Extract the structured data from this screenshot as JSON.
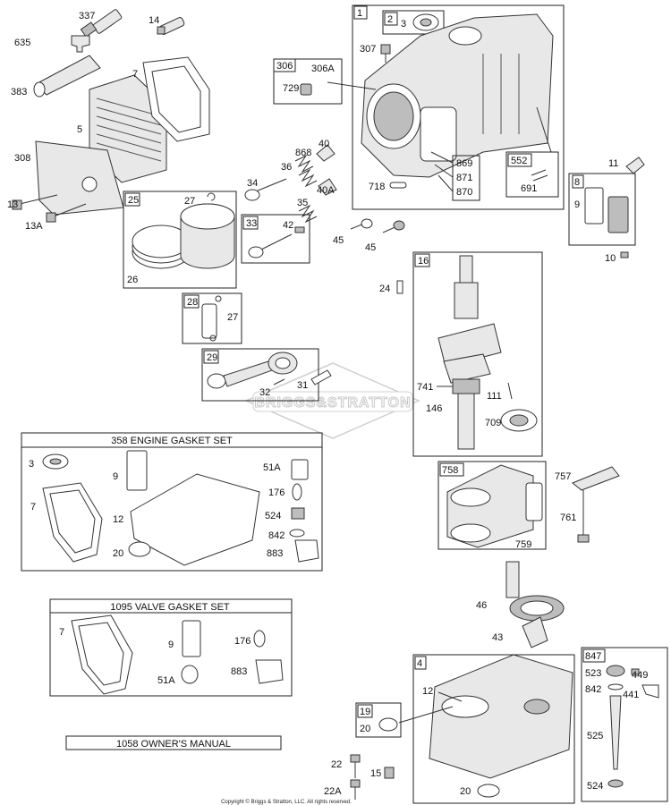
{
  "labels": {
    "p337": "337",
    "p14": "14",
    "p635": "635",
    "p383": "383",
    "p7a": "7",
    "p5": "5",
    "p308": "308",
    "p13": "13",
    "p13A": "13A",
    "box1": "1",
    "box2": "2",
    "p3a": "3",
    "p307": "307",
    "box306": "306",
    "p306A": "306A",
    "p729": "729",
    "p868": "868",
    "p40": "40",
    "p36": "36",
    "p34": "34",
    "p869": "869",
    "p871": "871",
    "p870": "870",
    "p718": "718",
    "box552": "552",
    "p691": "691",
    "p11": "11",
    "box8": "8",
    "p9a": "9",
    "p10": "10",
    "box25": "25",
    "p27a": "27",
    "p26": "26",
    "box33": "33",
    "p42": "42",
    "p35": "35",
    "p40A": "40A",
    "p45a": "45",
    "p45b": "45",
    "p24": "24",
    "box16": "16",
    "p741": "741",
    "p111": "111",
    "p146": "146",
    "p709": "709",
    "box28": "28",
    "p27b": "27",
    "box29": "29",
    "p31": "31",
    "p32": "32",
    "p3b": "3",
    "p7b": "7",
    "p9b": "9",
    "p12a": "12",
    "p20a": "20",
    "p51Aa": "51A",
    "p176a": "176",
    "p524a": "524",
    "p842a": "842",
    "p883a": "883",
    "box758": "758",
    "p759": "759",
    "p757": "757",
    "p761": "761",
    "p46": "46",
    "p43": "43",
    "p7c": "7",
    "p9c": "9",
    "p51Ab": "51A",
    "p176b": "176",
    "p883b": "883",
    "box4": "4",
    "p12b": "12",
    "box19": "19",
    "p20b": "20",
    "p20c": "20",
    "box847": "847",
    "p523": "523",
    "p449": "449",
    "p842b": "842",
    "p441": "441",
    "p525": "525",
    "p524b": "524",
    "p22": "22",
    "p15": "15",
    "p22A": "22A"
  },
  "kits": {
    "engine_gasket_set": "358 ENGINE  GASKET SET",
    "valve_gasket_set": "1095 VALVE GASKET SET",
    "owners_manual": "1058 OWNER'S  MANUAL"
  },
  "watermark": "BRIGGS&STRATTON",
  "copyright": "Copyright © Briggs & Stratton, LLC. All rights reserved."
}
